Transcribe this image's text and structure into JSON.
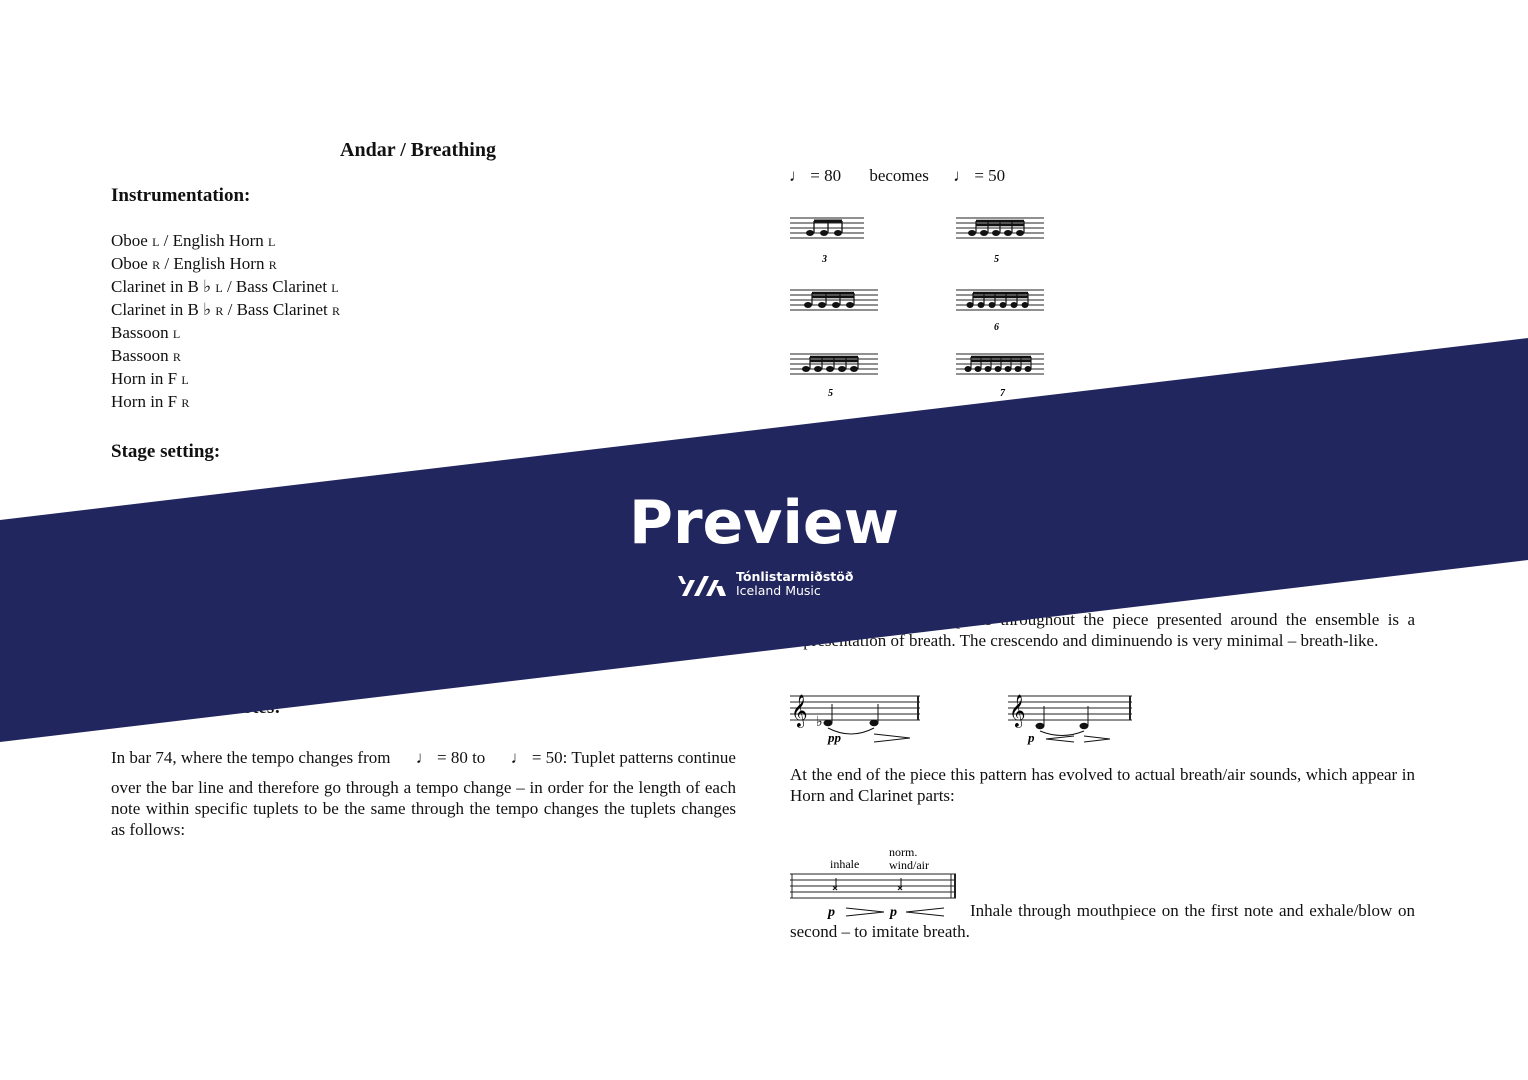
{
  "page": {
    "title": "Andar / Breathing",
    "instrumentation_heading": "Instrumentation:",
    "instruments": [
      {
        "name": "Oboe ",
        "side": "L",
        "mid": " / English Horn ",
        "side2": "L"
      },
      {
        "name": "Oboe ",
        "side": "R",
        "mid": " / English Horn ",
        "side2": "R"
      },
      {
        "name": "Clarinet in B ♭ ",
        "side": "L",
        "mid": " / Bass Clarinet ",
        "side2": "L"
      },
      {
        "name": "Clarinet in B ♭ ",
        "side": "R",
        "mid": " / Bass Clarinet ",
        "side2": "R"
      },
      {
        "name": "Bassoon ",
        "side": "L",
        "mid": "",
        "side2": ""
      },
      {
        "name": "Bassoon ",
        "side": "R",
        "mid": "",
        "side2": ""
      },
      {
        "name": "Horn in F ",
        "side": "L",
        "mid": "",
        "side2": ""
      },
      {
        "name": "Horn in F ",
        "side": "R",
        "mid": "",
        "side2": ""
      }
    ],
    "stage_heading": "Stage setting:",
    "notes_heading": "notes:",
    "tempo_para_start": "In bar 74, where the tempo changes from",
    "tempo_para_eq1": "= 80 to",
    "tempo_para_eq2": "= 50: Tuplet patterns continue",
    "tempo_para_rest": "over the bar line and therefore go through a tempo change – in order for the length of each note within specific tuplets to be the same through the tempo changes the tuplets changes as follows:",
    "tempo_eq_left": "= 80",
    "tempo_becomes": "becomes",
    "tempo_eq_right": "= 50",
    "tuplet_numbers": [
      "3",
      "5",
      "6",
      "5",
      "7"
    ],
    "breath_para_partial": "appears throughout the piece presented around the ensemble is a representation of breath. The crescendo and diminuendo is very minimal – breath-like.",
    "dyn_pp": "pp",
    "dyn_p": "p",
    "end_para": "At the end of the piece this pattern has evolved to actual breath/air sounds, which appear in Horn and Clarinet parts:",
    "inhale_label": "inhale",
    "norm_label": "norm.",
    "wind_air_label": "wind/air",
    "inhale_para": "Inhale through mouthpiece on the first note and exhale/blow on second – to imitate breath."
  },
  "banner": {
    "preview_text": "Preview",
    "logo_line1": "Tónlistarmiðstöð",
    "logo_line2": "Iceland Music",
    "color": "#22265e"
  }
}
